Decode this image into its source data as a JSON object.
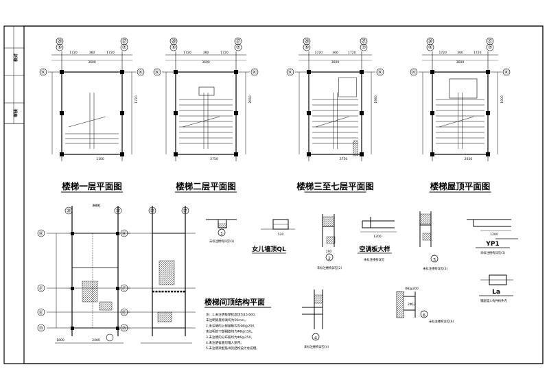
{
  "sheet": {
    "plans": [
      {
        "title": "楼梯一层平面图",
        "dims": [
          "1720",
          "360",
          "1720",
          "3600",
          "1720",
          "1100"
        ]
      },
      {
        "title": "楼梯二层平面图",
        "dims": [
          "1720",
          "360",
          "1720",
          "3600",
          "2650",
          "2750"
        ]
      },
      {
        "title": "楼梯三至七层平面图",
        "dims": [
          "1720",
          "360",
          "1720",
          "3600",
          "1980",
          "2750"
        ]
      },
      {
        "title": "楼梯屋顶平面图",
        "dims": [
          "1720",
          "360",
          "1720",
          "3600",
          "1900",
          "2650"
        ]
      }
    ],
    "axis_labels": {
      "top": [
        "⑳",
        "⑤",
        "㉗",
        "⑦"
      ],
      "left": [
        "Ⓚ",
        "Ⓕ",
        "Ⓔ",
        "Ⓓ"
      ]
    },
    "roof_structure": {
      "title": "楼梯间顶结构平面",
      "dims": [
        "3600",
        "1800",
        "2400"
      ],
      "notes": [
        "注：1.未注明板厚标高均为15.600,",
        "  未注明梁底标高均为50mm。",
        "2.未注明的上部钢筋均为Φ8@200,",
        "  未注明的下部钢筋均为Φ8@150。",
        "3.未注明的分布筋均为Φ6@250,",
        "4.未注明板筋均锚入梁内。",
        "5.未注明梁配筋详见结构设计总说明。"
      ]
    },
    "details": [
      {
        "id": "1",
        "name": "",
        "caption": "未标注楼构详见(1)"
      },
      {
        "id": "",
        "name": "女儿墙顶QL",
        "caption": ""
      },
      {
        "id": "2",
        "name": "",
        "caption": "未标注楼构详见(2)"
      },
      {
        "id": "",
        "name": "空调板大样",
        "caption": "未标注楼构详见"
      },
      {
        "id": "3",
        "name": "",
        "caption": "未标注楼构详见(3)"
      },
      {
        "id": "4",
        "name": "",
        "caption": "未标注楼构详见(4)"
      },
      {
        "id": "6",
        "name": "",
        "caption": "未标注楼构详见(6)"
      },
      {
        "id": "",
        "name": "YP1",
        "caption": "未标注楼构详见(1)"
      },
      {
        "id": "",
        "name": "La",
        "caption": "钢筋锚入构件构件内"
      }
    ],
    "dimension_callouts": [
      "3600",
      "1200",
      "520",
      "200",
      "1200",
      "Φ8@200",
      "2Φ12"
    ],
    "title_block": {
      "label": "校对",
      "label2": "审核"
    }
  }
}
